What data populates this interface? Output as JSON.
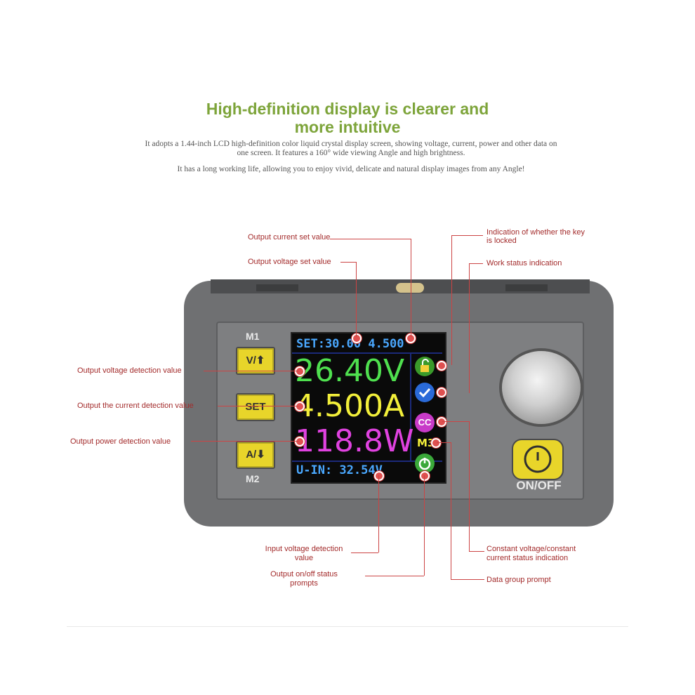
{
  "header": {
    "title_line1": "High-definition display is clearer and",
    "title_line2": "more intuitive",
    "desc_line1": "It adopts a 1.44-inch LCD high-definition color liquid crystal display screen, showing voltage, current, power and other data on",
    "desc_line2": "one screen. It features a 160° wide viewing Angle and high brightness.",
    "desc_line3": "It has a long working life, allowing you to enjoy vivid, delicate and natural display images from any Angle!"
  },
  "labels": {
    "output_current_set": "Output current set value",
    "output_voltage_set": "Output voltage set value",
    "key_locked_1": "Indication of whether the key",
    "key_locked_2": "is locked",
    "work_status": "Work status indication",
    "voltage_detect": "Output voltage detection value",
    "current_detect": "Output the current detection value",
    "power_detect": "Output power detection value",
    "input_voltage_1": "Input voltage detection",
    "input_voltage_2": "value",
    "onoff_status_1": "Output on/off status",
    "onoff_status_2": "prompts",
    "cv_cc_1": "Constant voltage/constant",
    "cv_cc_2": "current status indication",
    "data_group": "Data group prompt"
  },
  "device": {
    "m1": "M1",
    "m2": "M2",
    "btn_v": "V/⬆",
    "btn_set": "SET",
    "btn_a": "A/⬇",
    "onoff": "ON/OFF"
  },
  "lcd": {
    "set_line": "SET:30.00 4.500",
    "voltage": "26.40V",
    "current": "4.500A",
    "power": "118.8W",
    "group": "M3",
    "input": "U-IN: 32.54V",
    "cc": "CC"
  },
  "colors": {
    "headline": "#7da43a",
    "label": "#a32b2b",
    "voltage": "#4fe04f",
    "current": "#f2ef3a",
    "power": "#e042e0",
    "set_line": "#4aa8ff"
  }
}
